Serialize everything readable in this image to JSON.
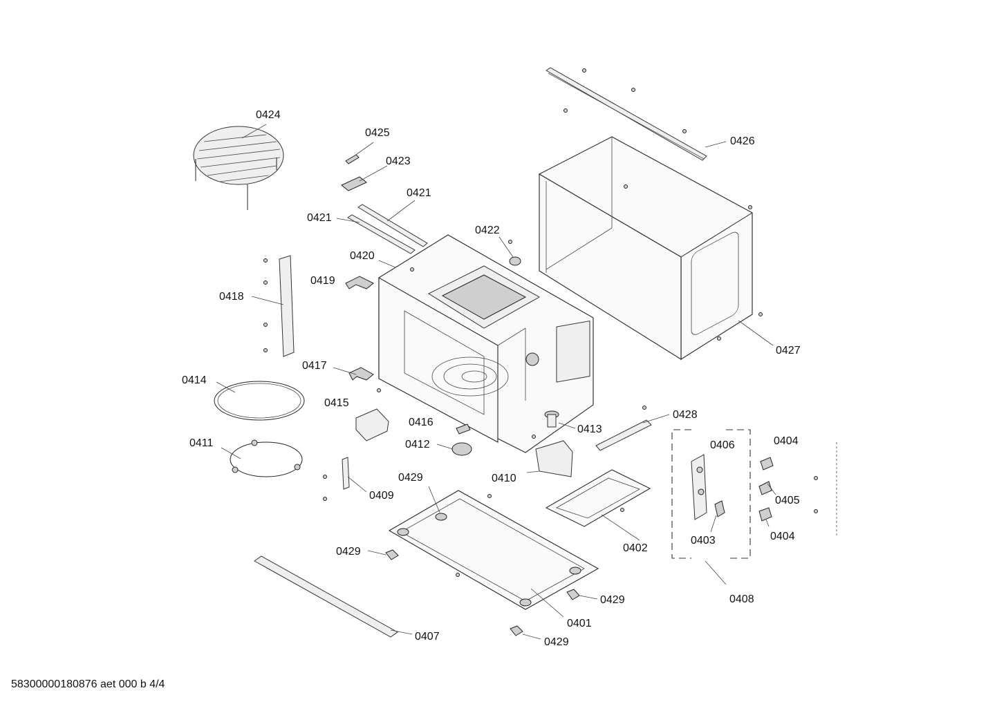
{
  "footer": {
    "text": "58300000180876 aet 000 b 4/4"
  },
  "labels": {
    "l0401": "0401",
    "l0402": "0402",
    "l0403": "0403",
    "l0404a": "0404",
    "l0404b": "0404",
    "l0405": "0405",
    "l0406": "0406",
    "l0407": "0407",
    "l0408": "0408",
    "l0409": "0409",
    "l0410": "0410",
    "l0411": "0411",
    "l0412": "0412",
    "l0413": "0413",
    "l0414": "0414",
    "l0415": "0415",
    "l0416": "0416",
    "l0417": "0417",
    "l0418": "0418",
    "l0419": "0419",
    "l0420": "0420",
    "l0421a": "0421",
    "l0421b": "0421",
    "l0422": "0422",
    "l0423": "0423",
    "l0424": "0424",
    "l0425": "0425",
    "l0426": "0426",
    "l0427": "0427",
    "l0428": "0428",
    "l0429a": "0429",
    "l0429b": "0429",
    "l0429c": "0429",
    "l0429d": "0429"
  }
}
